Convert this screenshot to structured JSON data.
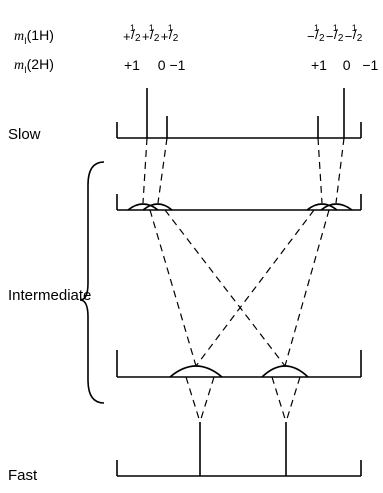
{
  "header": {
    "row1_symbol": "m",
    "row1_sub": "I",
    "row1_nucleus": "(1H)",
    "row2_symbol": "m",
    "row2_sub": "I",
    "row2_nucleus": "(2H)",
    "group1_mI_1H": [
      {
        "sign": "+",
        "num": "1",
        "den": "2"
      },
      {
        "sign": "+",
        "num": "1",
        "den": "2"
      },
      {
        "sign": "+",
        "num": "1",
        "den": "2"
      }
    ],
    "group2_mI_1H": [
      {
        "sign": "−",
        "num": "1",
        "den": "2"
      },
      {
        "sign": "−",
        "num": "1",
        "den": "2"
      },
      {
        "sign": "−",
        "num": "1",
        "den": "2"
      }
    ],
    "group1_mI_2H": [
      "+1",
      "0",
      "−1"
    ],
    "group2_mI_2H": [
      "+1",
      "0",
      "−1"
    ]
  },
  "regimes": {
    "slow": "Slow",
    "intermediate": "Intermediate",
    "fast": "Fast"
  },
  "colors": {
    "line": "#000000",
    "background": "#ffffff"
  }
}
